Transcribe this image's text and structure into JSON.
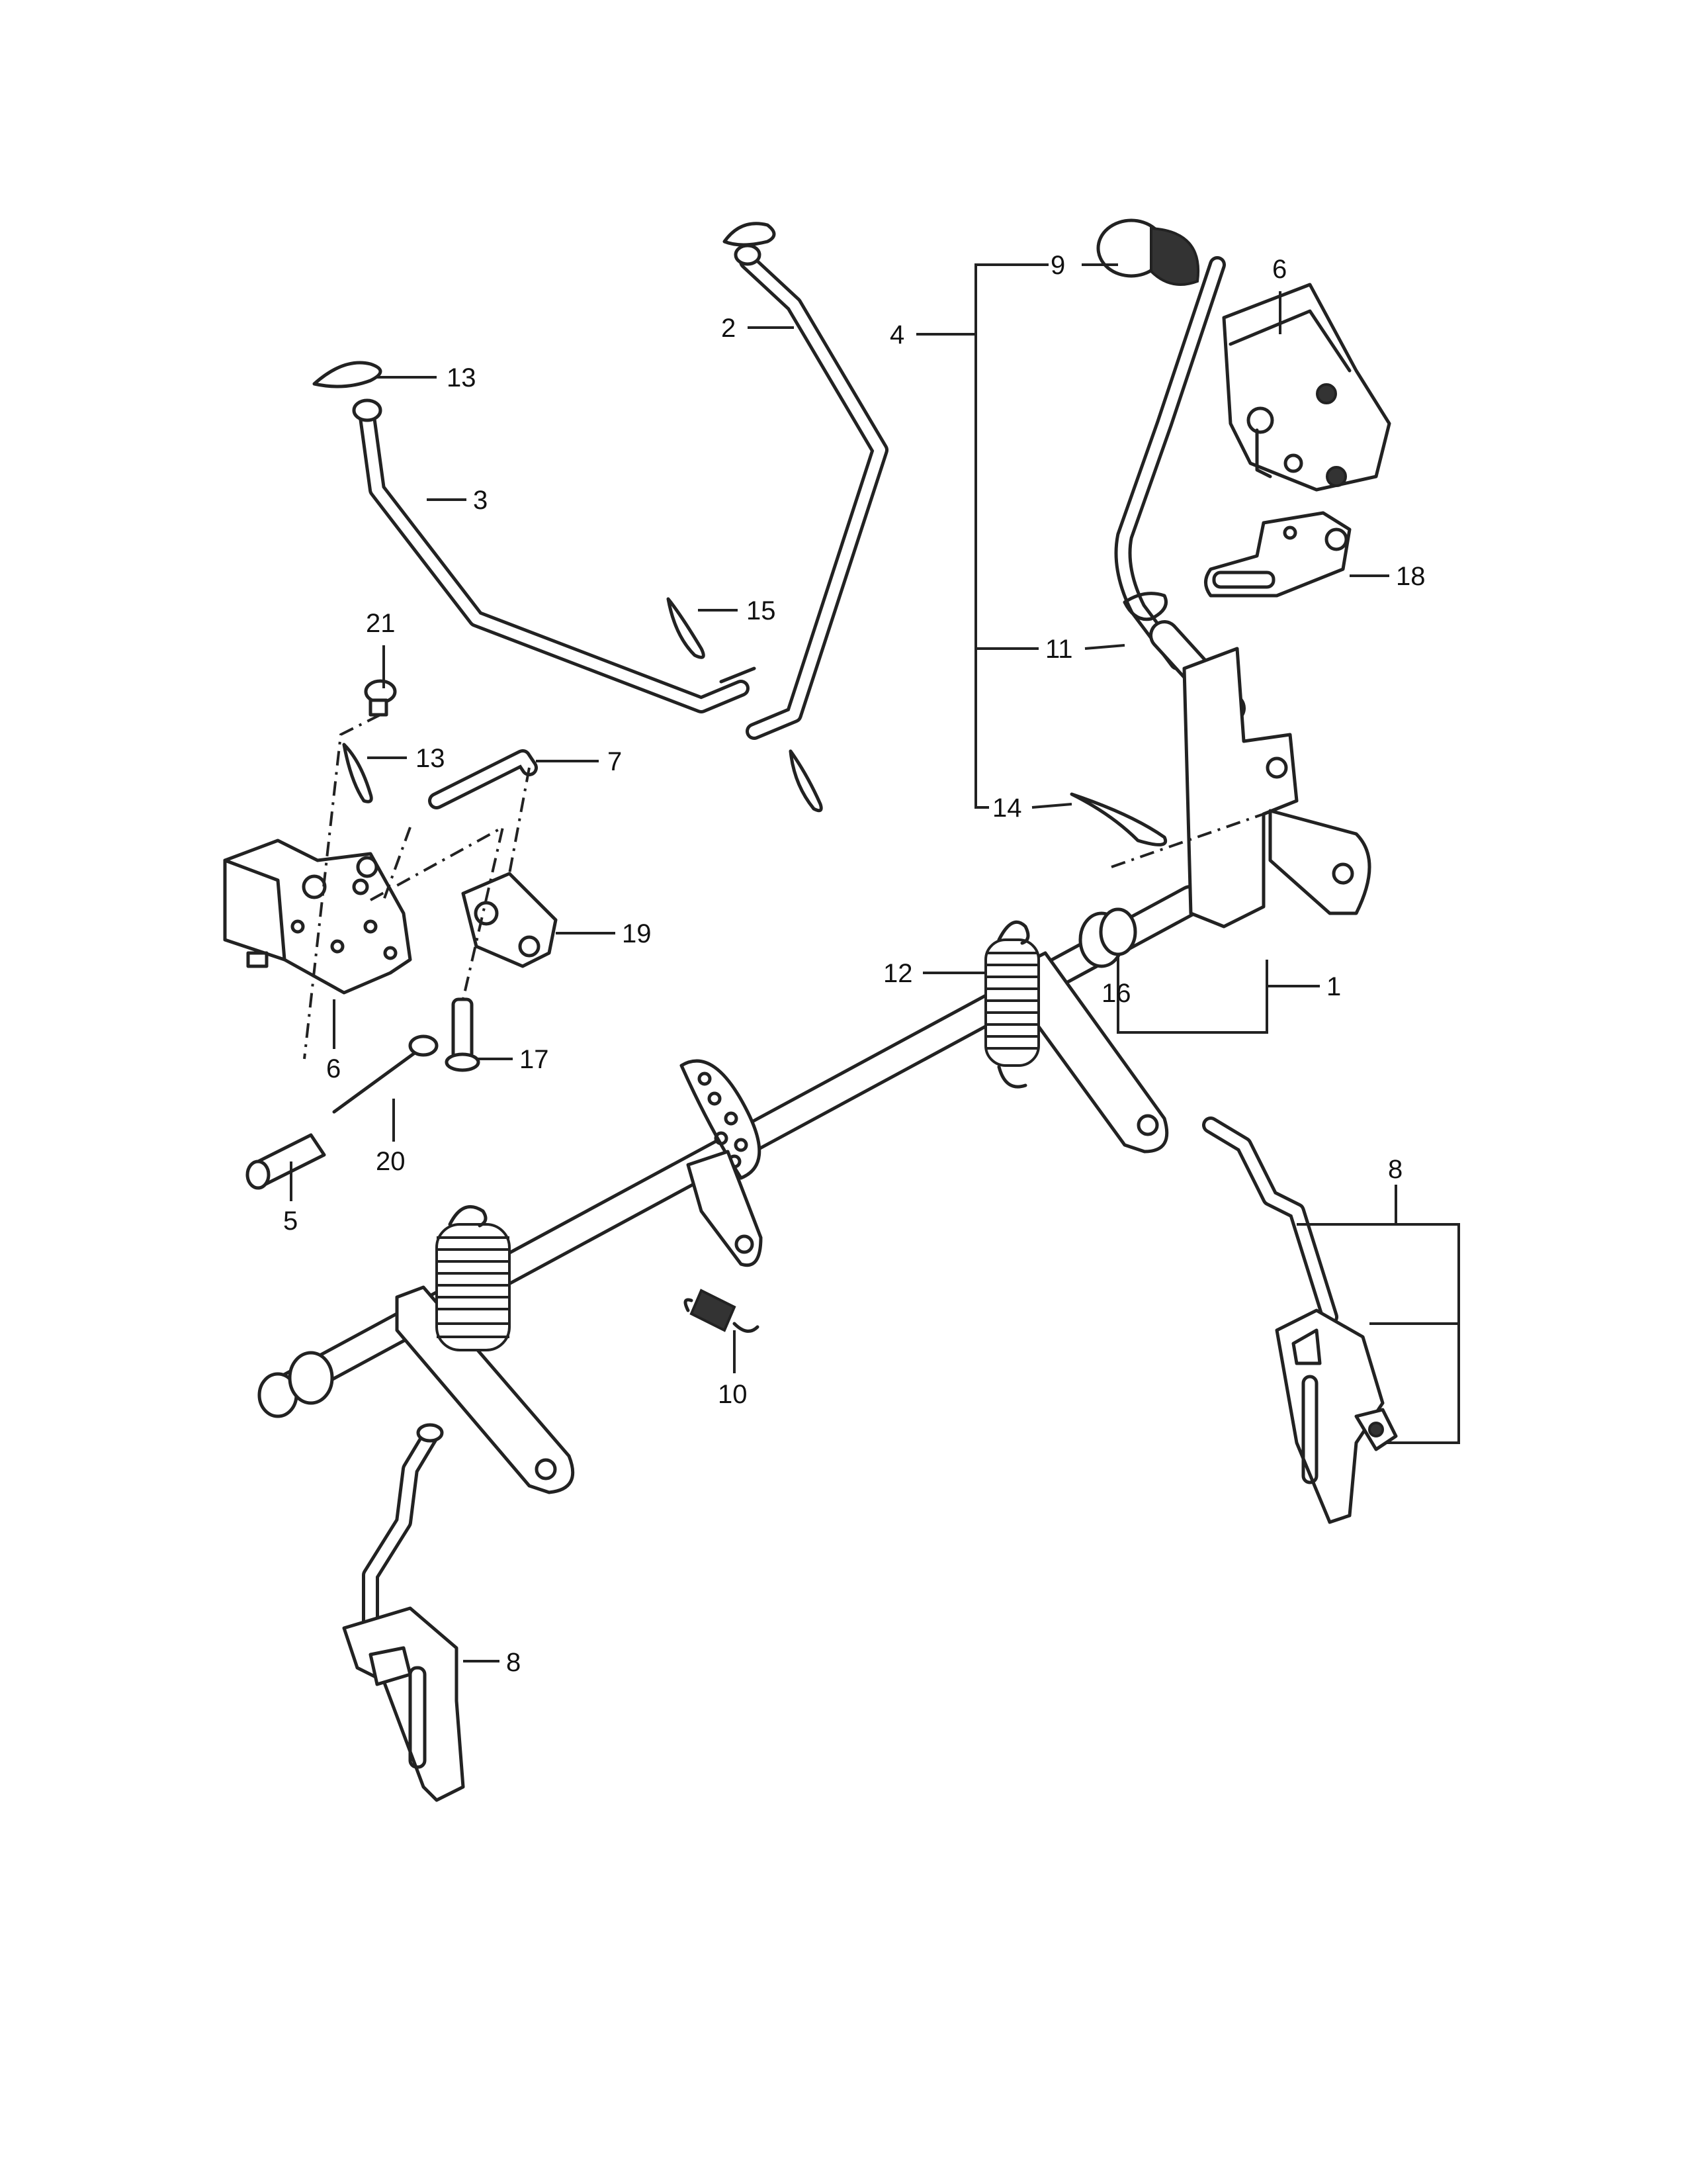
{
  "callouts": {
    "c1": "1",
    "c2": "2",
    "c3": "3",
    "c4": "4",
    "c5": "5",
    "c6a": "6",
    "c6b": "6",
    "c7": "7",
    "c8a": "8",
    "c8b": "8",
    "c9": "9",
    "c10": "10",
    "c11": "11",
    "c12": "12",
    "c13a": "13",
    "c13b": "13",
    "c14": "14",
    "c15": "15",
    "c16": "16",
    "c17": "17",
    "c18": "18",
    "c19": "19",
    "c20": "20",
    "c21": "21"
  }
}
